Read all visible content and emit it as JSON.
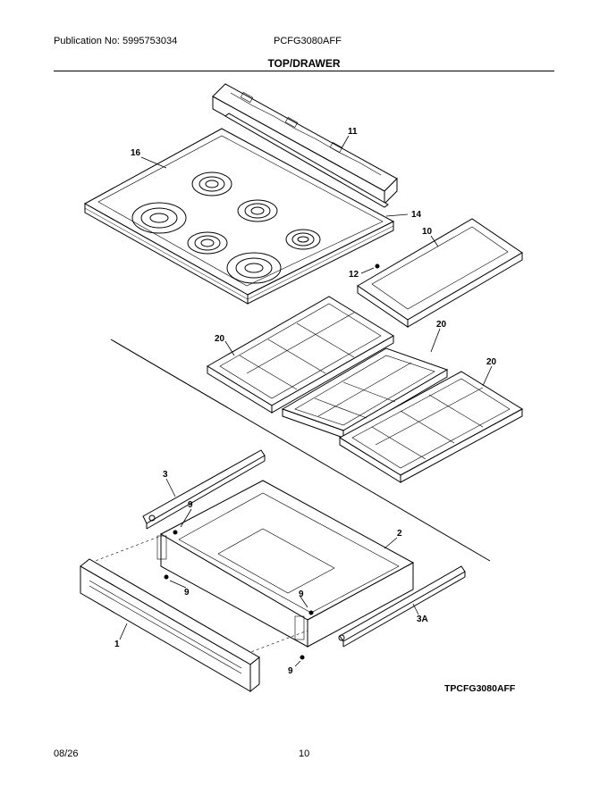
{
  "header": {
    "publication": "Publication No: 5995753034",
    "model": "PCFG3080AFF",
    "section_title": "TOP/DRAWER"
  },
  "diagram": {
    "code": "TPCFG3080AFF",
    "callouts": [
      "16",
      "11",
      "14",
      "10",
      "12",
      "20",
      "20",
      "20",
      "3",
      "9",
      "2",
      "9",
      "9",
      "3A",
      "1",
      "9"
    ]
  },
  "footer": {
    "date": "08/26",
    "page": "10"
  }
}
